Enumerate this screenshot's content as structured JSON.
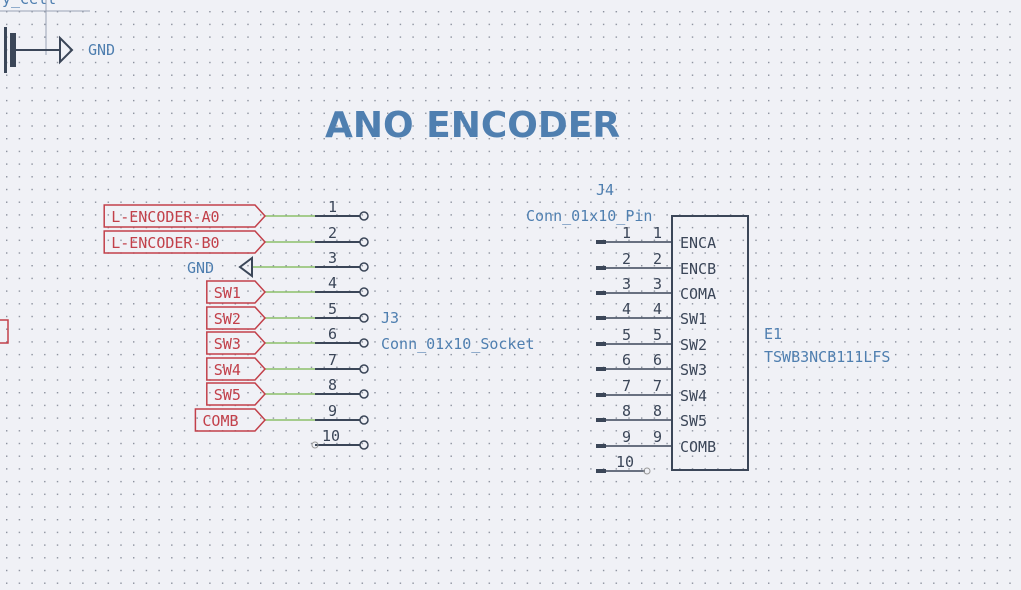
{
  "title": "ANO ENCODER",
  "colors": {
    "background": "#f0f1f6",
    "label_red": "#c2404a",
    "text_blue": "#4f7fb0",
    "wire_green": "#8cc06a",
    "symbol_dark": "#3b4658",
    "grid": "#8a8f9c"
  },
  "top_left": {
    "partial_label": "y_Cell",
    "power_label": "GND"
  },
  "j3": {
    "ref": "J3",
    "value": "Conn_01x10_Socket",
    "pins": [
      "1",
      "2",
      "3",
      "4",
      "5",
      "6",
      "7",
      "8",
      "9",
      "10"
    ],
    "nets": [
      {
        "label": "L-ENCODER-A0",
        "kind": "label"
      },
      {
        "label": "L-ENCODER-B0",
        "kind": "label"
      },
      {
        "label": "GND",
        "kind": "power"
      },
      {
        "label": "SW1",
        "kind": "label"
      },
      {
        "label": "SW2",
        "kind": "label"
      },
      {
        "label": "SW3",
        "kind": "label"
      },
      {
        "label": "SW4",
        "kind": "label"
      },
      {
        "label": "SW5",
        "kind": "label"
      },
      {
        "label": "COMB",
        "kind": "label"
      },
      {
        "label": "",
        "kind": "nc"
      }
    ]
  },
  "j4": {
    "ref": "J4",
    "value": "Conn_01x10_Pin",
    "pins": [
      "1",
      "2",
      "3",
      "4",
      "5",
      "6",
      "7",
      "8",
      "9",
      "10"
    ]
  },
  "e1": {
    "ref": "E1",
    "value": "TSWB3NCB111LFS",
    "pin_numbers": [
      "1",
      "2",
      "3",
      "4",
      "5",
      "6",
      "7",
      "8",
      "9"
    ],
    "pin_names": [
      "ENCA",
      "ENCB",
      "COMA",
      "SW1",
      "SW2",
      "SW3",
      "SW4",
      "SW5",
      "COMB"
    ]
  }
}
